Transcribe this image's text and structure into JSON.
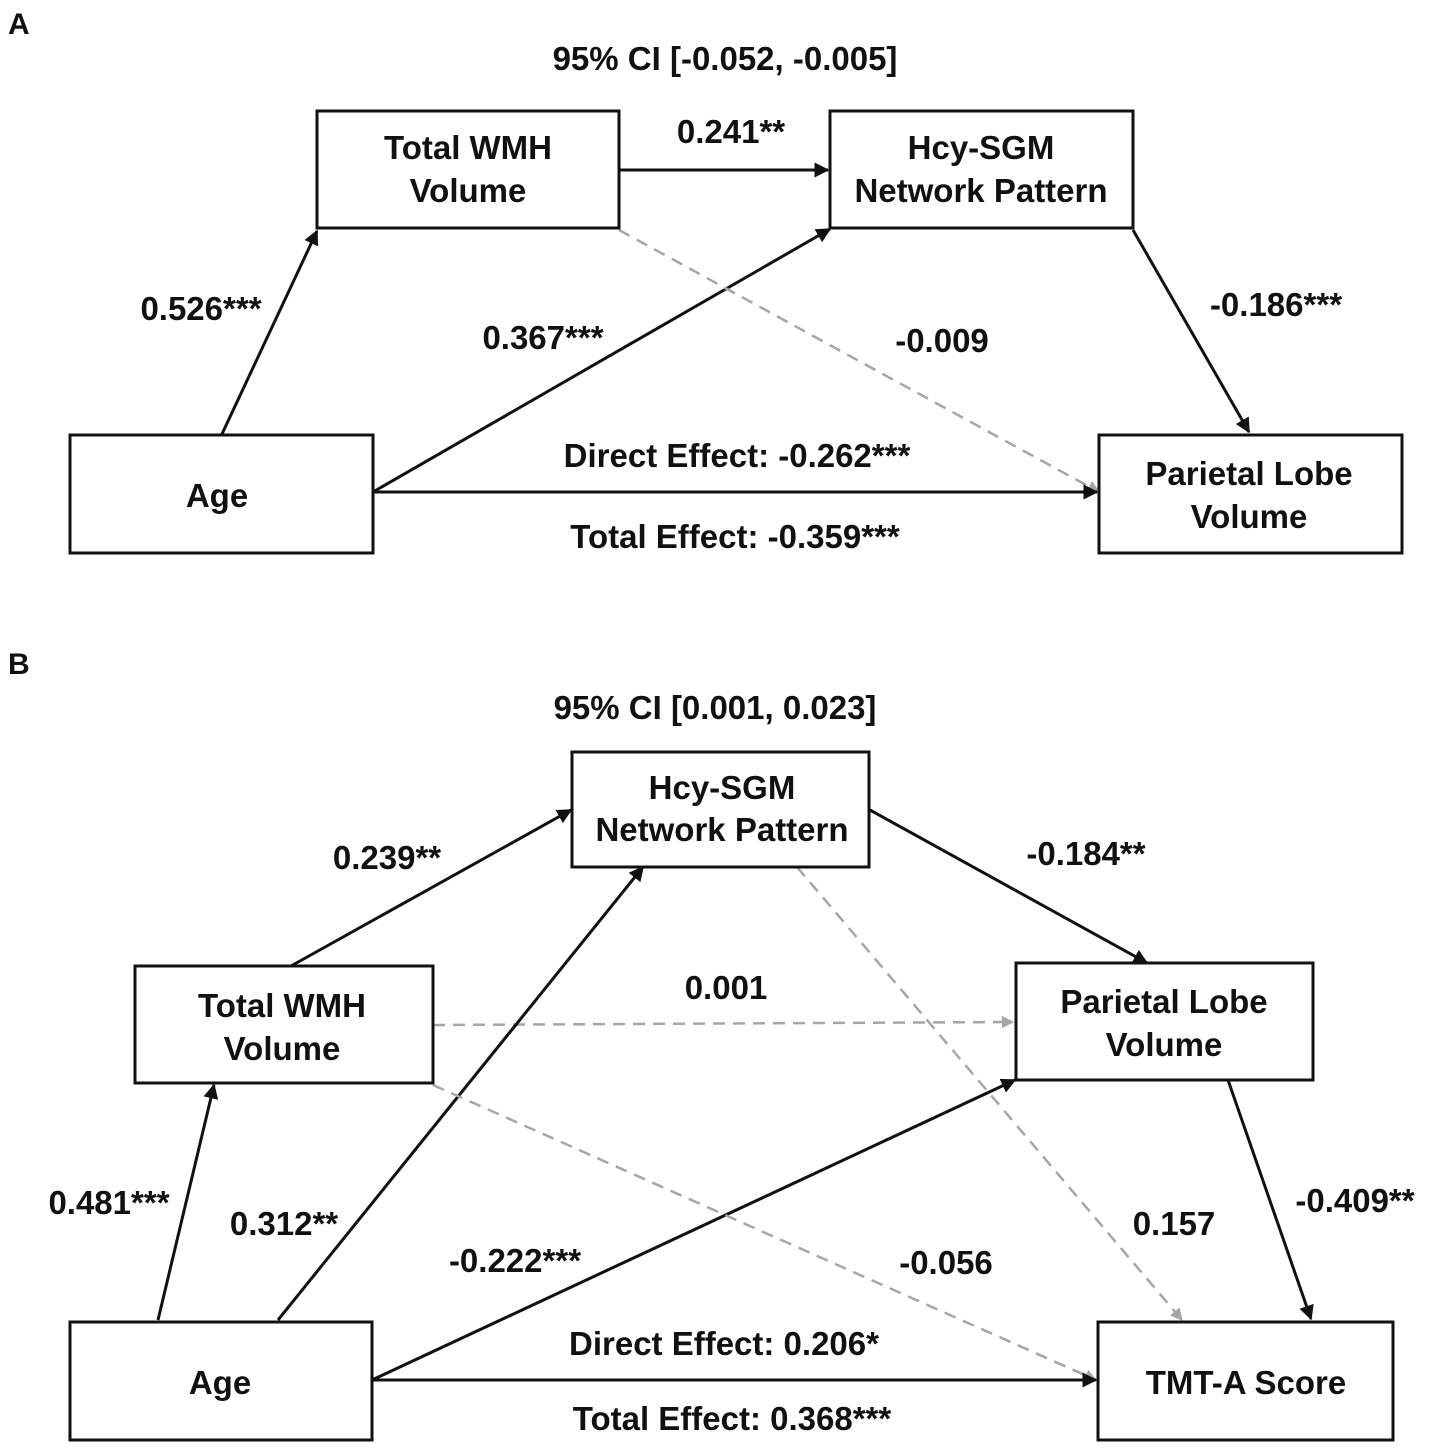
{
  "panels": {
    "a": {
      "letter": "A",
      "ci": "95% CI [-0.052, -0.005]",
      "nodes": {
        "wmh": [
          "Total WMH",
          "Volume"
        ],
        "hcy": [
          "Hcy-SGM",
          "Network Pattern"
        ],
        "age": [
          "Age"
        ],
        "parietal": [
          "Parietal Lobe",
          "Volume"
        ]
      },
      "edges": {
        "age_wmh": "0.526***",
        "wmh_hcy": "0.241**",
        "age_hcy": "0.367***",
        "hcy_parietal": "-0.186***",
        "wmh_parietal": "-0.009",
        "direct": "Direct Effect: -0.262***",
        "total": "Total Effect: -0.359***"
      }
    },
    "b": {
      "letter": "B",
      "ci": "95% CI [0.001, 0.023]",
      "nodes": {
        "hcy": [
          "Hcy-SGM",
          "Network Pattern"
        ],
        "wmh": [
          "Total WMH",
          "Volume"
        ],
        "parietal": [
          "Parietal Lobe",
          "Volume"
        ],
        "age": [
          "Age"
        ],
        "tmt": [
          "TMT-A Score"
        ]
      },
      "edges": {
        "wmh_hcy": "0.239**",
        "hcy_parietal": "-0.184**",
        "wmh_parietal": "0.001",
        "age_wmh": "0.481***",
        "age_hcy": "0.312**",
        "age_parietal": "-0.222***",
        "wmh_tmt": "-0.056",
        "hcy_tmt": "0.157",
        "parietal_tmt": "-0.409**",
        "direct": "Direct Effect: 0.206*",
        "total": "Total Effect: 0.368***"
      }
    }
  },
  "colors": {
    "solid_edge": "#111111",
    "dashed_edge": "#a6a6a6"
  }
}
